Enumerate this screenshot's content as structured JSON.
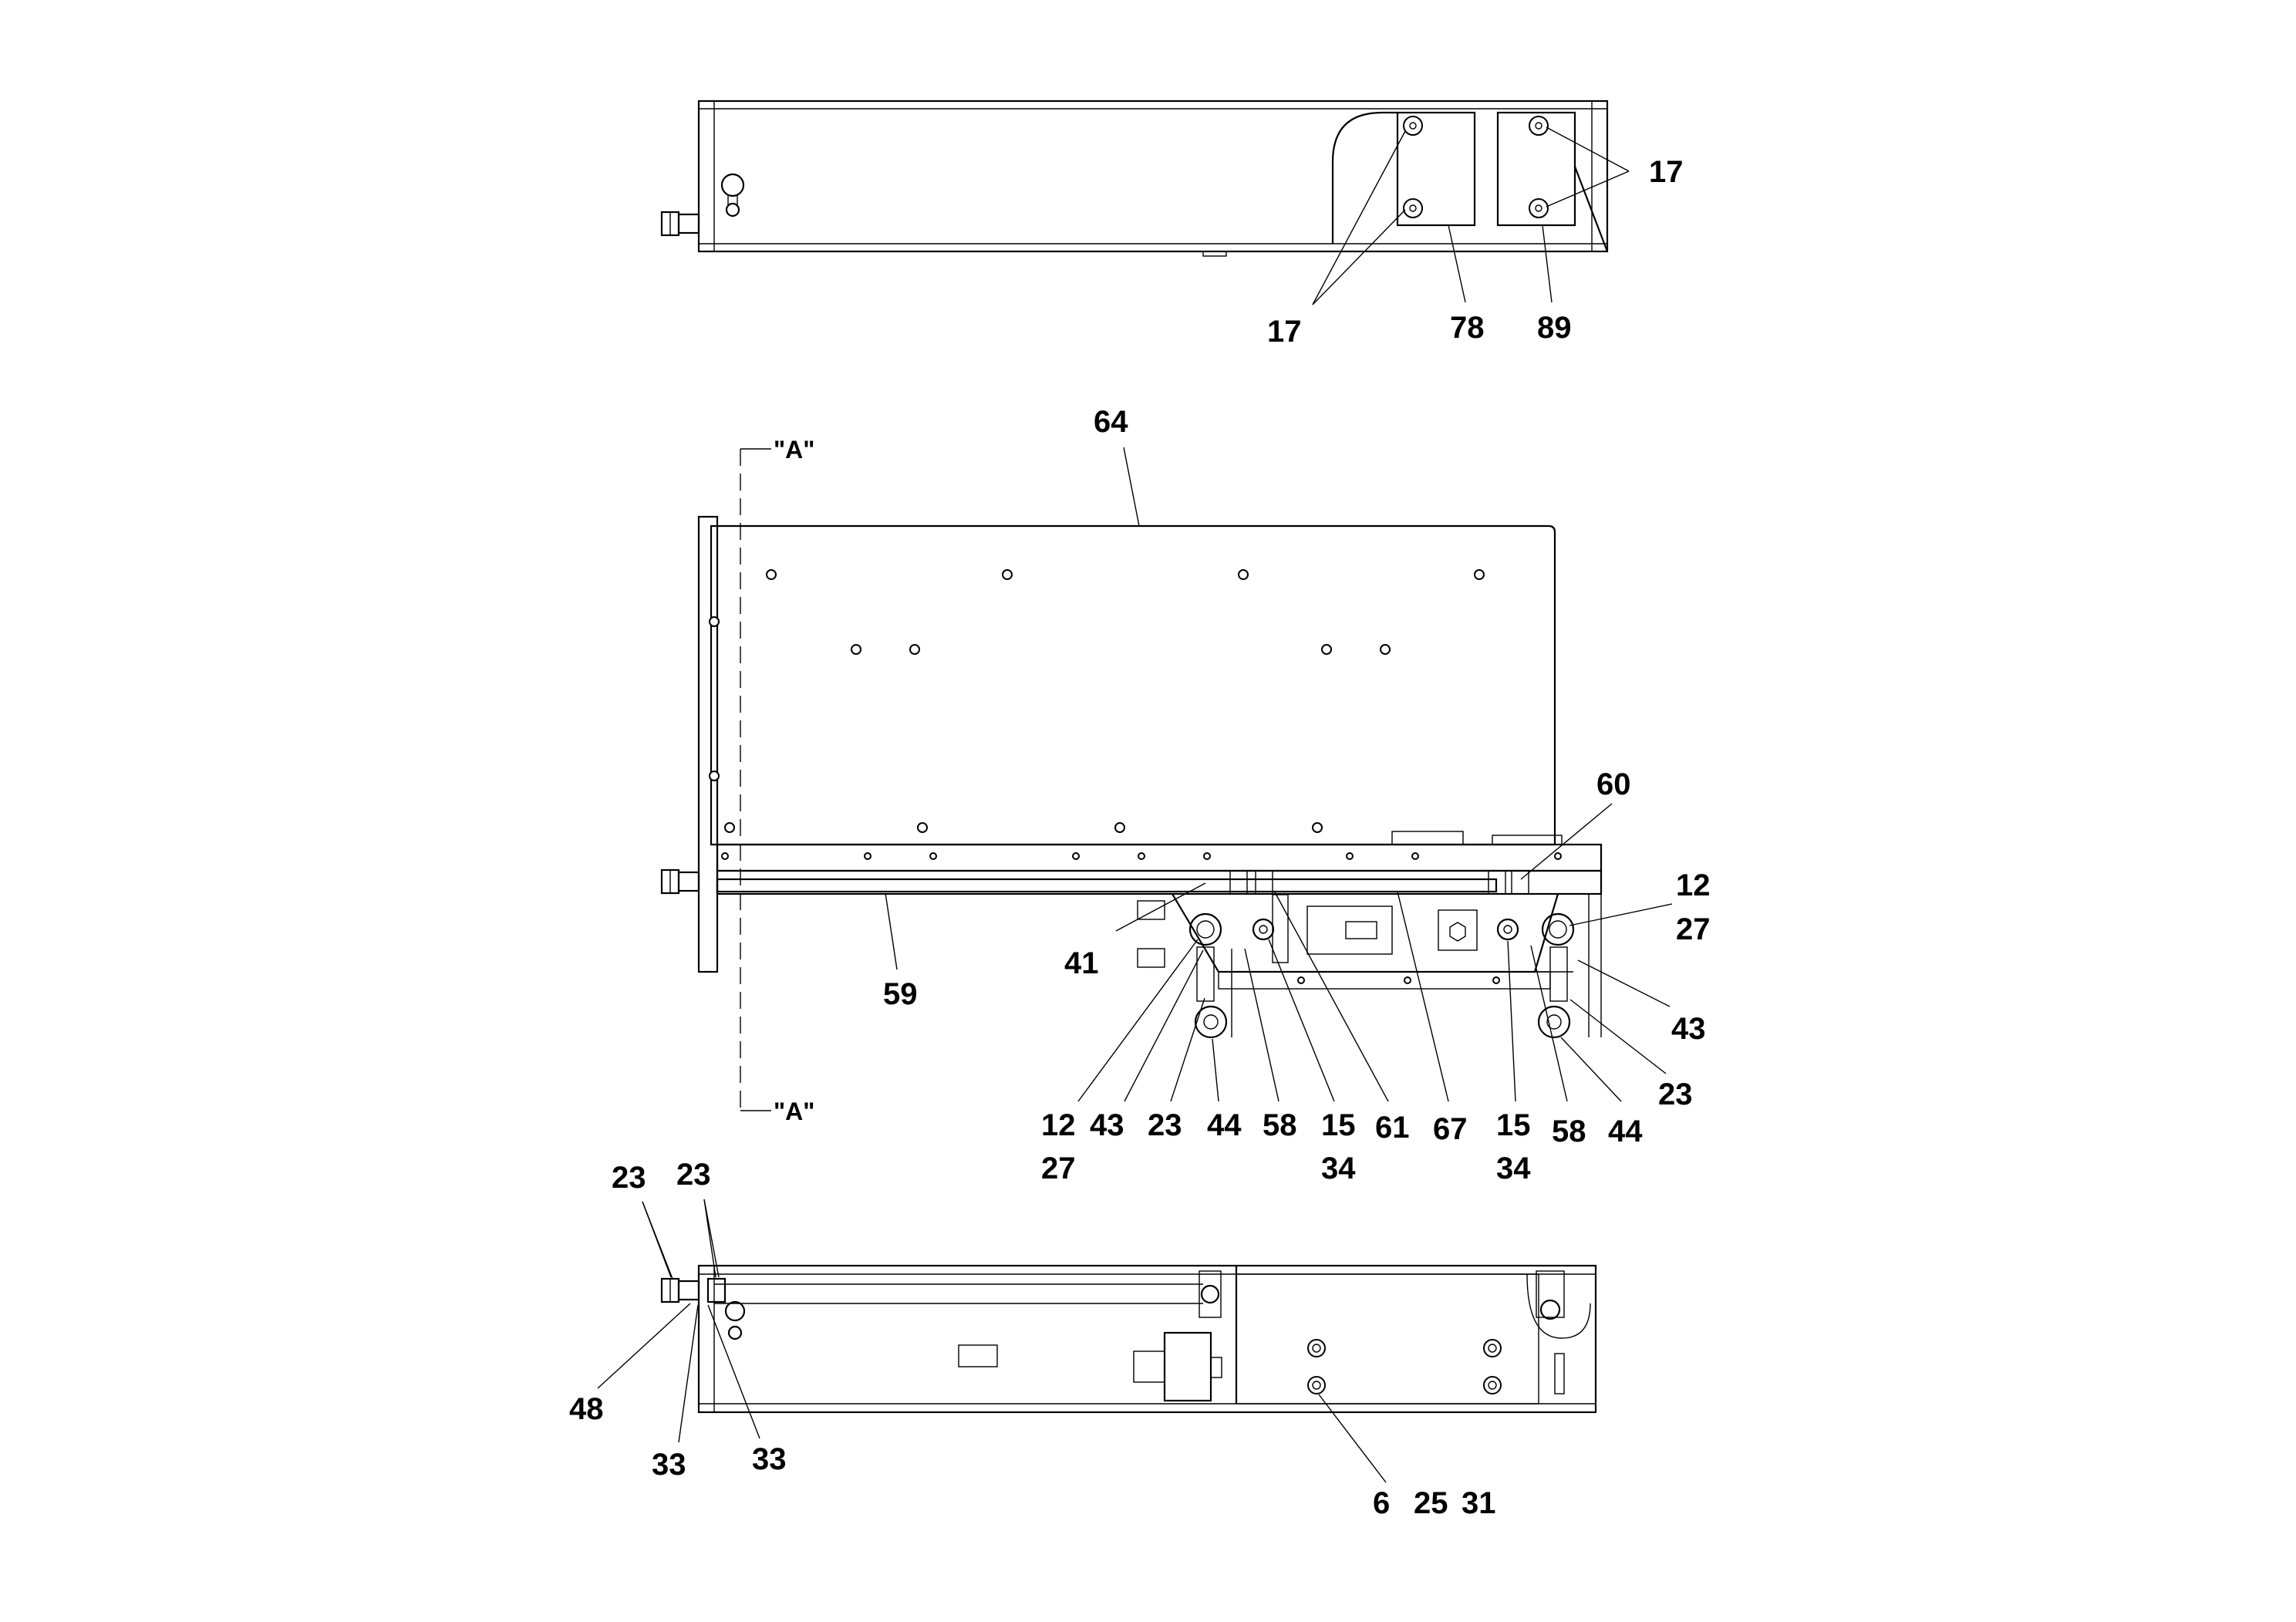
{
  "callouts": {
    "top_17_right": "17",
    "top_17_left": "17",
    "top_78": "78",
    "top_89": "89",
    "mid_64": "64",
    "mid_60": "60",
    "mid_12_right": "12",
    "mid_27_right": "27",
    "mid_43_right": "43",
    "mid_23_right": "23",
    "mid_59": "59",
    "mid_41": "41",
    "mid_12_left": "12",
    "mid_27_left": "27",
    "mid_43_left": "43",
    "mid_23_left": "23",
    "mid_44_left": "44",
    "mid_58_left": "58",
    "mid_15_left": "15",
    "mid_34_left": "34",
    "mid_61": "61",
    "mid_67": "67",
    "mid_15_right": "15",
    "mid_34_right": "34",
    "mid_58_right": "58",
    "mid_44_right": "44",
    "bot_23_a": "23",
    "bot_23_b": "23",
    "bot_48": "48",
    "bot_33_a": "33",
    "bot_33_b": "33",
    "bot_6": "6",
    "bot_25": "25",
    "bot_31": "31"
  },
  "section_marks": {
    "top": "\"A\"",
    "bottom": "\"A\""
  }
}
